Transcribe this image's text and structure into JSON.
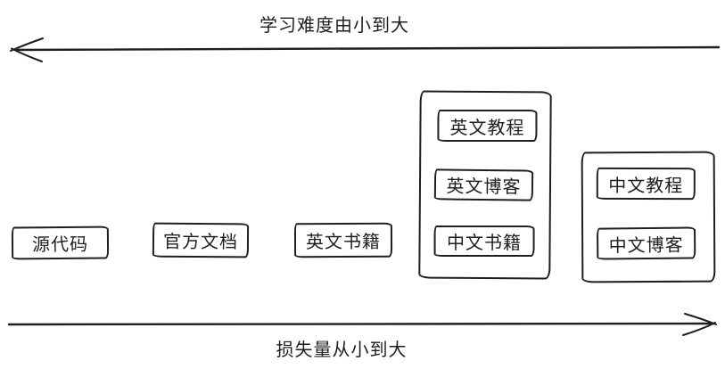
{
  "diagram": {
    "top_axis": {
      "label": "学习难度由小到大",
      "direction": "left"
    },
    "bottom_axis": {
      "label": "损失量从小到大",
      "direction": "right"
    },
    "nodes": [
      {
        "id": "source-code",
        "label": "源代码"
      },
      {
        "id": "official-docs",
        "label": "官方文档"
      },
      {
        "id": "english-books",
        "label": "英文书籍"
      }
    ],
    "groups": [
      {
        "id": "english-resources",
        "items": [
          "英文教程",
          "英文博客",
          "中文书籍"
        ]
      },
      {
        "id": "chinese-resources",
        "items": [
          "中文教程",
          "中文博客"
        ]
      }
    ],
    "colors": {
      "stroke": "#1e1e1e",
      "background": "#ffffff"
    }
  }
}
